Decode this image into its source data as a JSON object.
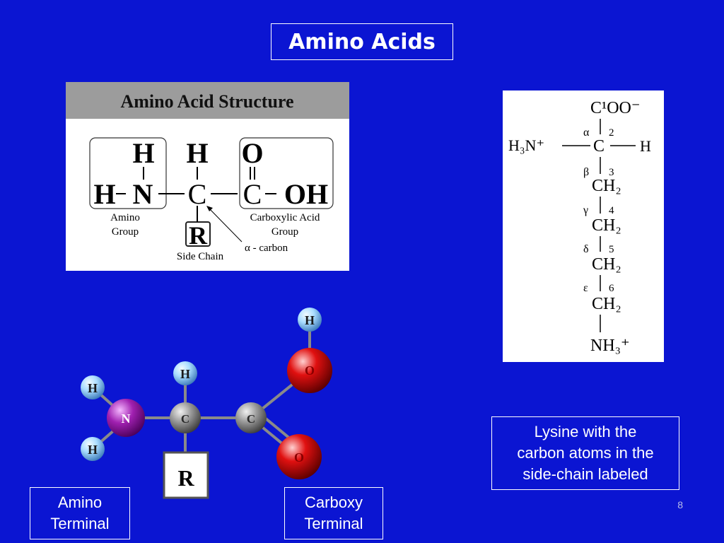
{
  "slide": {
    "title": "Amino Acids",
    "page_number": "8"
  },
  "structure_panel": {
    "header": "Amino Acid Structure",
    "atoms": {
      "h1": "H",
      "h2": "H",
      "o_top": "O",
      "h_left": "H",
      "n": "N",
      "c_alpha": "C",
      "c_carboxyl": "C",
      "oh": "OH",
      "r": "R"
    },
    "labels": {
      "amino_line1": "Amino",
      "amino_line2": "Group",
      "carboxyl_line1": "Carboxylic Acid",
      "carboxyl_line2": "Group",
      "side_chain": "Side Chain",
      "alpha_carbon": "α - carbon"
    }
  },
  "lysine_panel": {
    "top": "C¹OO⁻",
    "h3n": "H₃N⁺",
    "h_right": "H",
    "c_alpha": "C",
    "greek": [
      "α",
      "β",
      "γ",
      "δ",
      "ε"
    ],
    "numbers": [
      "2",
      "3",
      "4",
      "5",
      "6"
    ],
    "ch2": "CH₂",
    "bottom": "NH₃⁺"
  },
  "molecule_model": {
    "atoms": {
      "h_top_right": "H",
      "o_upper": "O",
      "h_top_center": "H",
      "h_left_top": "H",
      "n": "N",
      "c1": "C",
      "c2": "C",
      "h_left_bottom": "H",
      "o_lower": "O",
      "r": "R"
    },
    "colors": {
      "hydrogen": "#a8dcff",
      "nitrogen": "#a020b0",
      "carbon": "#9a9a9a",
      "oxygen": "#e01010"
    }
  },
  "captions": {
    "amino_terminal": [
      "Amino",
      "Terminal"
    ],
    "carboxy_terminal": [
      "Carboxy",
      "Terminal"
    ],
    "lysine": [
      "Lysine with the",
      "carbon atoms in the",
      "side-chain labeled"
    ]
  }
}
